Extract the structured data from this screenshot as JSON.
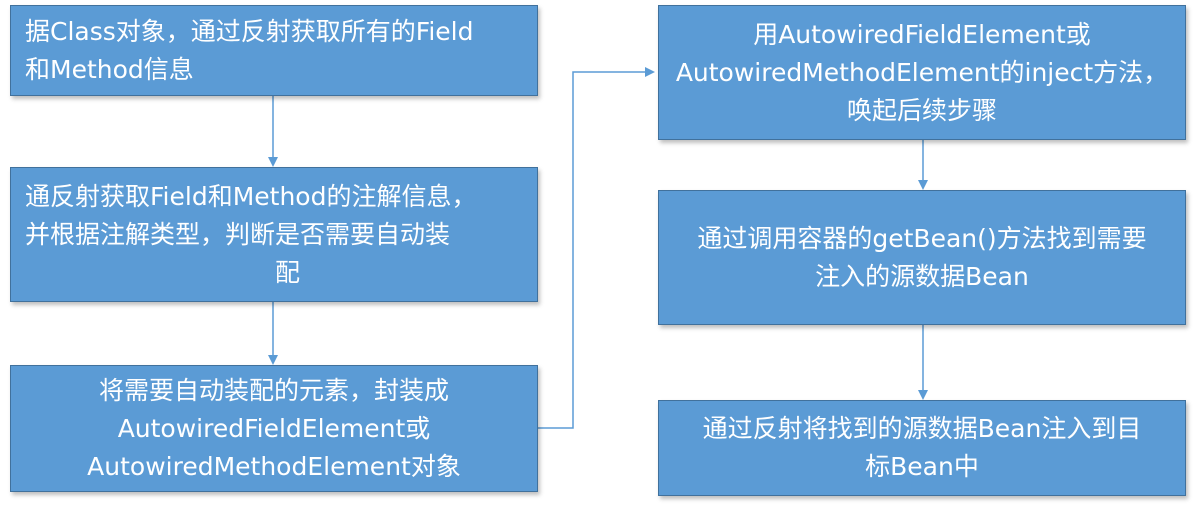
{
  "diagram": {
    "colors": {
      "box_fill": "#5b9bd5",
      "box_border": "#41719c",
      "text": "#ffffff",
      "connector": "#5b9bd5"
    },
    "left_column": [
      {
        "lines": [
          "据Class对象，通过反射获取所有的Field",
          "和Method信息"
        ]
      },
      {
        "lines": [
          "通反射获取Field和Method的注解信息，",
          "并根据注解类型，判断是否需要自动装",
          "配"
        ]
      },
      {
        "lines": [
          "将需要自动装配的元素，封装成",
          "AutowiredFieldElement或",
          "AutowiredMethodElement对象"
        ]
      }
    ],
    "right_column": [
      {
        "lines": [
          "用AutowiredFieldElement或",
          "AutowiredMethodElement的inject方法，",
          "唤起后续步骤"
        ]
      },
      {
        "lines": [
          "通过调用容器的getBean()方法找到需要",
          "注入的源数据Bean"
        ]
      },
      {
        "lines": [
          "通过反射将找到的源数据Bean注入到目",
          "标Bean中"
        ]
      }
    ]
  }
}
